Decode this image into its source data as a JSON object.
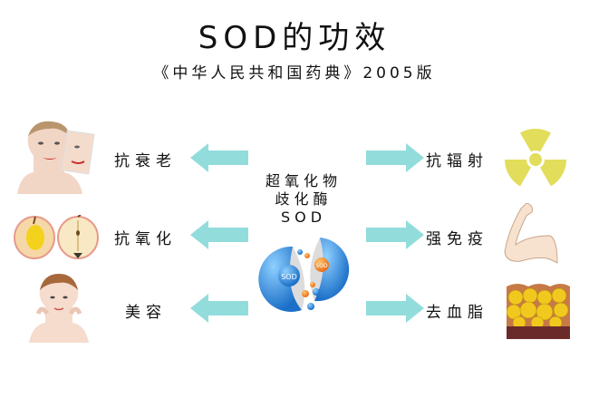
{
  "header": {
    "title": "SOD的功效",
    "subtitle": "《中华人民共和国药典》2005版"
  },
  "center": {
    "line1": "超氧化物",
    "line2": "歧化酶",
    "line3": "SOD",
    "molecule_badges": [
      "SOD",
      "SOD"
    ]
  },
  "left_effects": [
    {
      "label": "抗衰老",
      "image": "woman-peeling-face-photo"
    },
    {
      "label": "抗氧化",
      "image": "halved-apples"
    },
    {
      "label": "美容",
      "image": "smiling-woman-face"
    }
  ],
  "right_effects": [
    {
      "label": "抗辐射",
      "image": "radiation-symbol"
    },
    {
      "label": "强免疫",
      "image": "flexed-arm"
    },
    {
      "label": "去血脂",
      "image": "fat-tissue-layers"
    }
  ],
  "colors": {
    "arrow": "#93dcdc",
    "radiation": "#e2dd5a",
    "sphere": "#2f8fe0",
    "orange": "#f08a1c",
    "fat": "#f1c81e"
  }
}
